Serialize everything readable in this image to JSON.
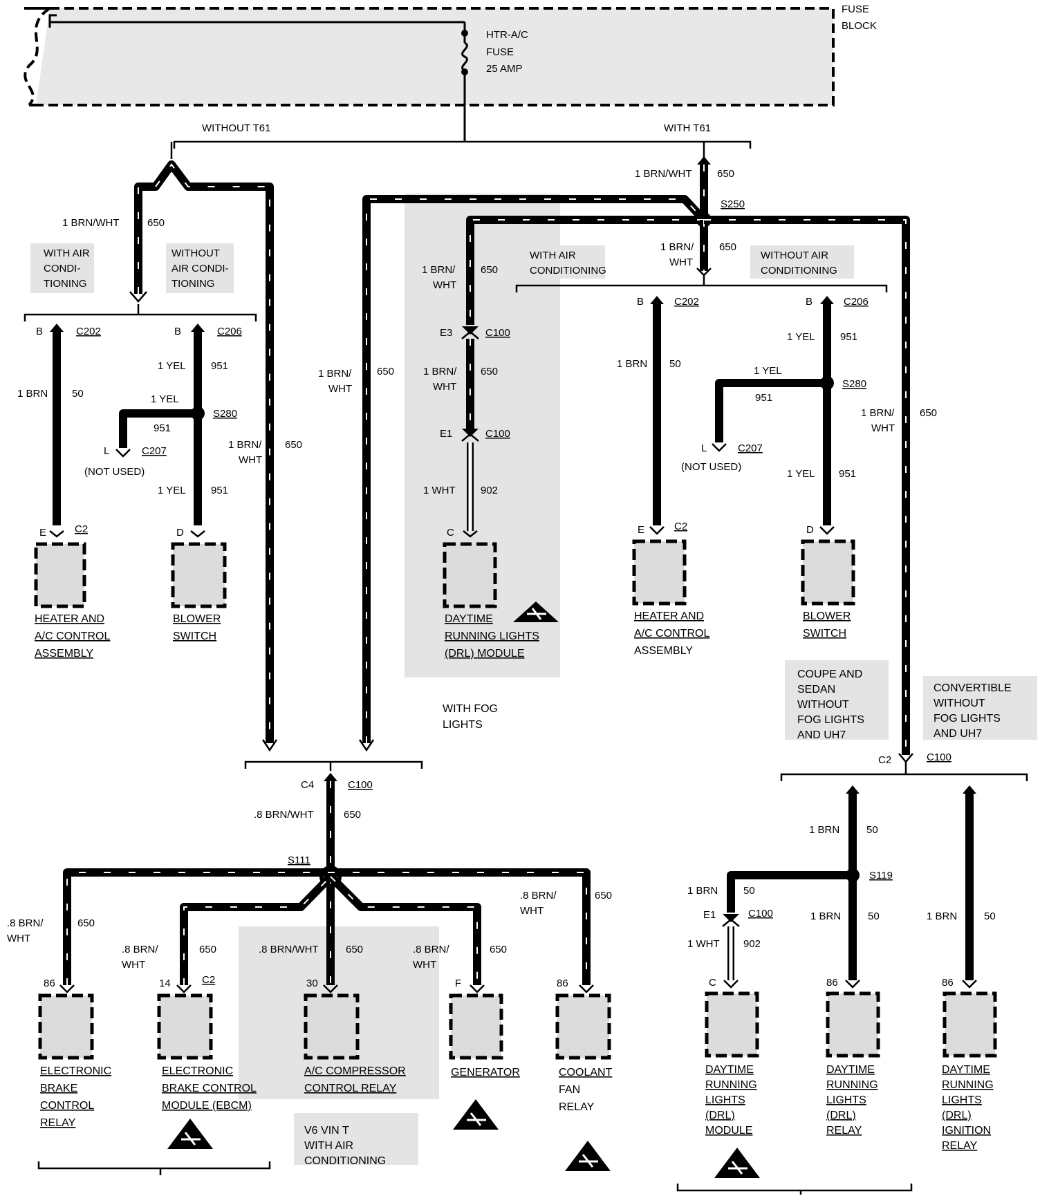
{
  "fuse_block": {
    "label_line1": "FUSE",
    "label_line2": "BLOCK",
    "fuse_line1": "HTR-A/C",
    "fuse_line2": "FUSE",
    "fuse_line3": "25 AMP"
  },
  "branches": {
    "without_t61": "WITHOUT T61",
    "with_t61": "WITH T61"
  },
  "left": {
    "wire_top_color": "1 BRN/WHT",
    "wire_top_num": "650",
    "with_ac_1": "WITH AIR",
    "with_ac_2": "CONDI-",
    "with_ac_3": "TIONING",
    "without_ac_1": "WITHOUT",
    "without_ac_2": "AIR CONDI-",
    "without_ac_3": "TIONING",
    "c202_pin": "B",
    "c202": "C202",
    "c206_pin": "B",
    "c206": "C206",
    "brn_color": "1 BRN",
    "brn_num": "50",
    "yel_color": "1 YEL",
    "yel_num": "951",
    "stub_color": "1 YEL",
    "stub_num": "951",
    "s280": "S280",
    "c207_pin": "L",
    "c207": "C207",
    "not_used": "(NOT USED)",
    "yel2_color": "1 YEL",
    "yel2_num": "951",
    "right_color_1": "1 BRN/",
    "right_color_2": "WHT",
    "right_num": "650",
    "hvac_pin": "E",
    "hvac_conn": "C2",
    "blower_pin": "D",
    "hvac_1": "HEATER AND",
    "hvac_2": "A/C CONTROL",
    "hvac_3": "ASSEMBLY",
    "blower_1": "BLOWER",
    "blower_2": "SWITCH"
  },
  "middle": {
    "top_color": "1 BRN/WHT",
    "top_num": "650",
    "s250": "S250",
    "long_color_1": "1 BRN/",
    "long_color_2": "WHT",
    "long_num": "650",
    "drl_c1": "1 BRN/",
    "drl_c2": "WHT",
    "drl_num": "650",
    "e3": "E3",
    "c100_a": "C100",
    "drl_c3": "1 BRN/",
    "drl_c4": "WHT",
    "drl_num2": "650",
    "e1": "E1",
    "c100_b": "C100",
    "wht_color": "1 WHT",
    "wht_num": "902",
    "drl_pin": "C",
    "drl_1": "DAYTIME",
    "drl_2": "RUNNING LIGHTS",
    "drl_3": "(DRL) MODULE",
    "fog_1": "WITH FOG",
    "fog_2": "LIGHTS"
  },
  "right": {
    "s250_color_1": "1 BRN/",
    "s250_color_2": "WHT",
    "s250_num": "650",
    "with_ac_1": "WITH AIR",
    "with_ac_2": "CONDITIONING",
    "without_ac_1": "WITHOUT AIR",
    "without_ac_2": "CONDITIONING",
    "c202_pin": "B",
    "c202": "C202",
    "c206_pin": "B",
    "c206": "C206",
    "brn_color": "1 BRN",
    "brn_num": "50",
    "yel_color": "1 YEL",
    "yel_num": "951",
    "stub_color": "1 YEL",
    "stub_num": "951",
    "s280": "S280",
    "c207_pin": "L",
    "c207": "C207",
    "not_used": "(NOT USED)",
    "yel2_color": "1 YEL",
    "yel2_num": "951",
    "far_color_1": "1 BRN/",
    "far_color_2": "WHT",
    "far_num": "650",
    "hvac_pin": "E",
    "hvac_conn": "C2",
    "blower_pin": "D",
    "hvac_1": "HEATER AND",
    "hvac_2": "A/C CONTROL",
    "hvac_3": "ASSEMBLY",
    "blower_1": "BLOWER",
    "blower_2": "SWITCH",
    "coupe_1": "COUPE AND",
    "coupe_2": "SEDAN",
    "coupe_3": "WITHOUT",
    "coupe_4": "FOG LIGHTS",
    "coupe_5": "AND UH7",
    "conv_1": "CONVERTIBLE",
    "conv_2": "WITHOUT",
    "conv_3": "FOG LIGHTS",
    "conv_4": "AND UH7",
    "c2_pin": "C2",
    "c100": "C100",
    "brn_a_color": "1 BRN",
    "brn_a_num": "50",
    "s119": "S119",
    "brn_b_color": "1 BRN",
    "brn_b_num": "50",
    "e1": "E1",
    "c100_b": "C100",
    "wht_color": "1 WHT",
    "wht_num": "902",
    "brn_c_color": "1 BRN",
    "brn_c_num": "50",
    "brn_d_color": "1 BRN",
    "brn_d_num": "50",
    "drlm_pin": "C",
    "drlr_pin": "86",
    "drli_pin": "86",
    "drlm_1": "DAYTIME",
    "drlm_2": "RUNNING",
    "drlm_3": "LIGHTS",
    "drlm_4": "(DRL)",
    "drlm_5": "MODULE",
    "drlr_1": "DAYTIME",
    "drlr_2": "RUNNING",
    "drlr_3": "LIGHTS",
    "drlr_4": "(DRL)",
    "drlr_5": "RELAY",
    "drli_1": "DAYTIME",
    "drli_2": "RUNNING",
    "drli_3": "LIGHTS",
    "drli_4": "(DRL)",
    "drli_5": "IGNITION",
    "drli_6": "RELAY"
  },
  "bottom": {
    "c4": "C4",
    "c100": "C100",
    "trunk_color": ".8 BRN/WHT",
    "trunk_num": "650",
    "s111": "S111",
    "ebcr_c1": ".8 BRN/",
    "ebcr_c2": "WHT",
    "ebcr_num": "650",
    "ebcm_c1": ".8 BRN/",
    "ebcm_c2": "WHT",
    "ebcm_num": "650",
    "acr_color": ".8 BRN/WHT",
    "acr_num": "650",
    "gen_c1": ".8 BRN/",
    "gen_c2": "WHT",
    "gen_num": "650",
    "cfr_c1": ".8 BRN/",
    "cfr_c2": "WHT",
    "cfr_num": "650",
    "ebcr_pin": "86",
    "ebcm_pin": "14",
    "ebcm_conn": "C2",
    "acr_pin": "30",
    "gen_pin": "F",
    "cfr_pin": "86",
    "ebcr_1": "ELECTRONIC",
    "ebcr_2": "BRAKE",
    "ebcr_3": "CONTROL",
    "ebcr_4": "RELAY",
    "ebcm_1": "ELECTRONIC",
    "ebcm_2": "BRAKE CONTROL",
    "ebcm_3": "MODULE (EBCM)",
    "acr_1": "A/C COMPRESSOR",
    "acr_2": "CONTROL RELAY",
    "gen_1": "GENERATOR",
    "cfr_1": "COOLANT",
    "cfr_2": "FAN",
    "cfr_3": "RELAY",
    "v6_1": "V6 VIN T",
    "v6_2": "WITH AIR",
    "v6_3": "CONDITIONING"
  }
}
